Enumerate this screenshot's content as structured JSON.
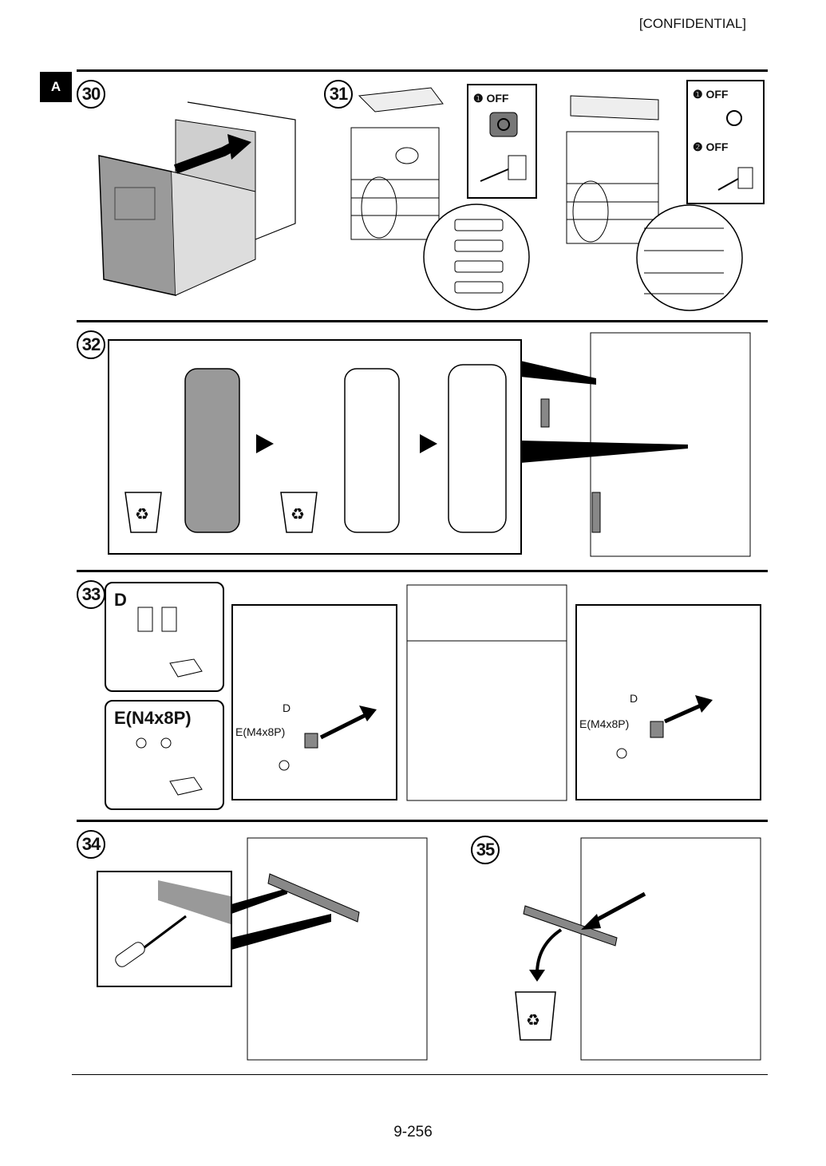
{
  "header": {
    "confidential": "[CONFIDENTIAL]",
    "section_tag": "A"
  },
  "steps": {
    "s30": {
      "number": "30"
    },
    "s31": {
      "number": "31",
      "callout_left": "❶ OFF",
      "callout_right_1": "❶ OFF",
      "callout_right_2": "❷ OFF"
    },
    "s32": {
      "number": "32"
    },
    "s33": {
      "number": "33",
      "box_d_label": "D",
      "box_e_label": "E(N4x8P)",
      "label_d_left": "D",
      "label_e_left": "E(M4x8P)",
      "label_d_right": "D",
      "label_e_right": "E(M4x8P)"
    },
    "s34": {
      "number": "34"
    },
    "s35": {
      "number": "35"
    }
  },
  "footer": {
    "page_number": "9-256"
  },
  "icons": [
    "arrow-icon",
    "recycle-bin-icon",
    "power-switch-icon",
    "plug-icon",
    "box-icon",
    "screw-icon",
    "nipper-icon",
    "screwdriver-icon"
  ]
}
